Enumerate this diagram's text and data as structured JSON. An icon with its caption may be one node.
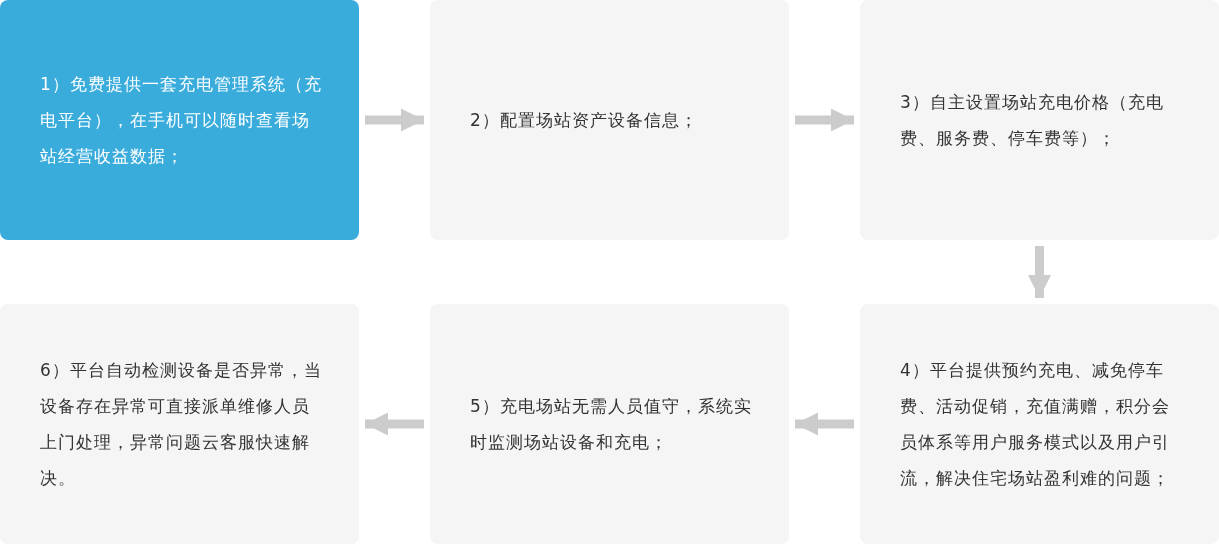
{
  "diagram": {
    "nodes": [
      {
        "text": [
          "1）免费提供一套充电管理系统（充电平台），在手机可以随时查看场站经营收益数据；"
        ]
      },
      {
        "text": [
          "2）配置场站资产设备信息；"
        ]
      },
      {
        "text": [
          "3）自主设置场站充电价格（充电费、服务费、停车费等）；"
        ]
      },
      {
        "text": [
          "4）平台提供预约充电、减免停车费、活动促销，充值满赠，积分会员体系等用户服务模式以及用户引流，解决住宅场站盈利难的问题；"
        ]
      },
      {
        "text": [
          "5）充电场站无需人员值守，系统实时监测场站设备和充电；"
        ]
      },
      {
        "text": [
          "6）平台自动检测设备是否异常，当设备存在异常可直接派单维修人员上门处理，异常问题云客服快速解决。"
        ]
      }
    ],
    "edges": [
      {
        "from": 0,
        "to": 1,
        "arrow": "to"
      },
      {
        "from": 1,
        "to": 2,
        "arrow": "to"
      },
      {
        "from": 2,
        "to": 3,
        "arrow": "to"
      },
      {
        "from": 3,
        "to": 4,
        "arrow": "to"
      },
      {
        "from": 4,
        "to": 5,
        "arrow": "to"
      }
    ]
  }
}
